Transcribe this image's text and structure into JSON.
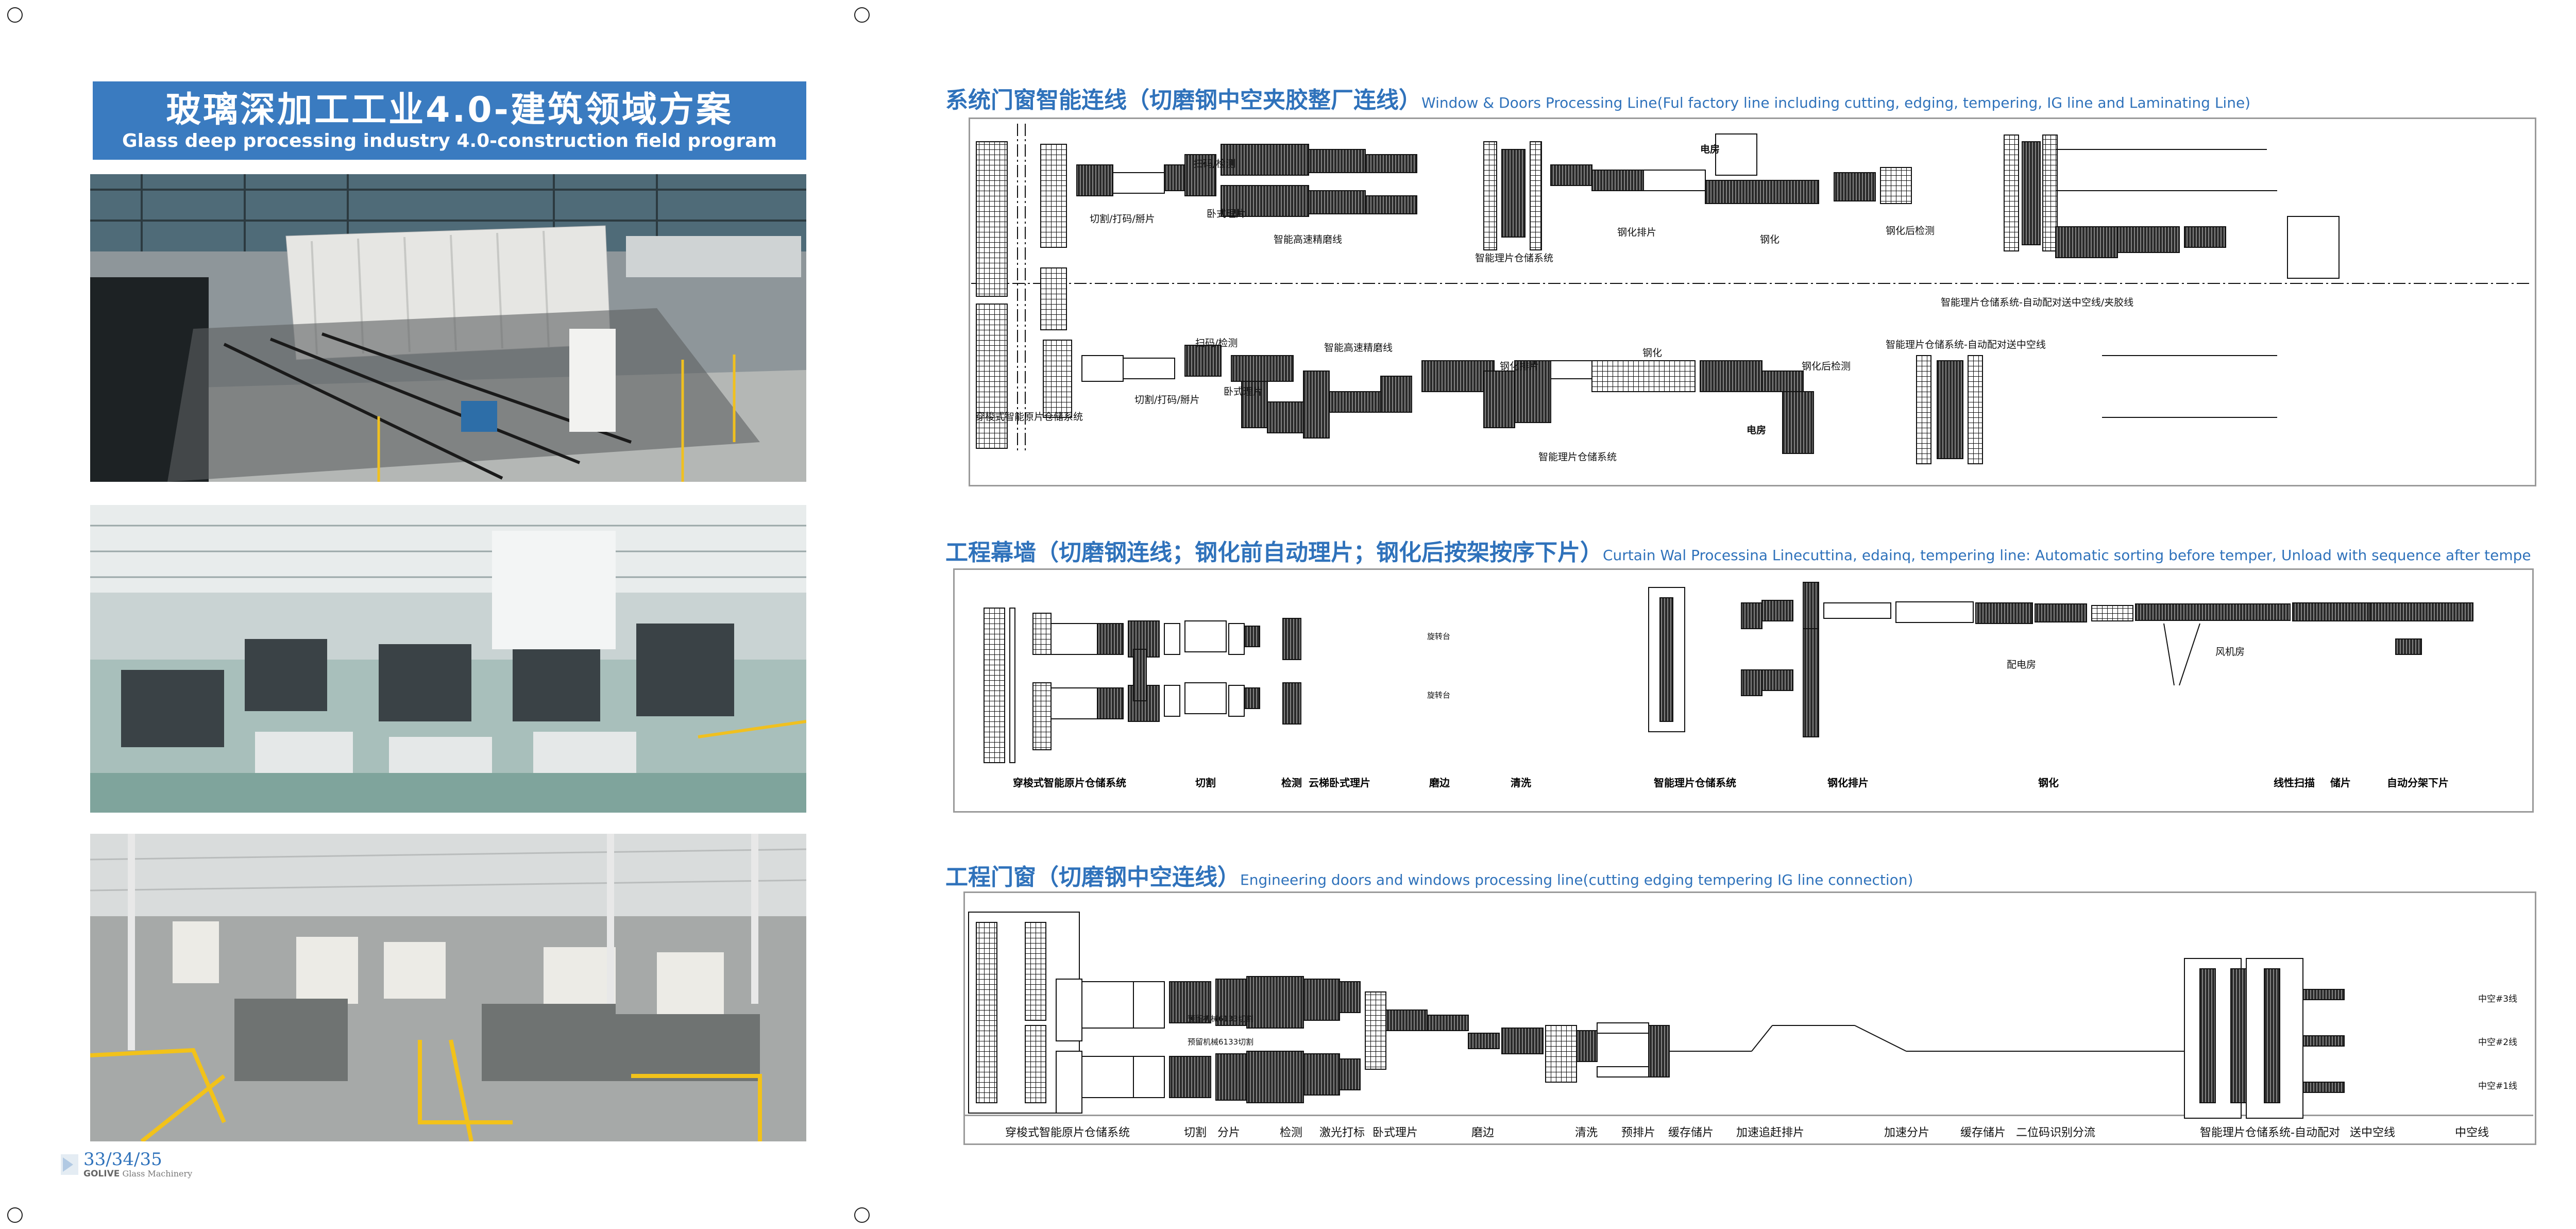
{
  "banner": {
    "title_cn": "玻璃深加工工业4.0-建筑领域方案",
    "title_en": "Glass deep processing industry 4.0-construction field program",
    "color": "#3a7bc0"
  },
  "footer": {
    "page_numbers": "33/34/35",
    "brand": "GOLIVE",
    "brand_suffix": "Glass Machinery"
  },
  "sections": [
    {
      "title_cn": "系统门窗智能连线（切磨钢中空夹胶整厂连线）",
      "title_en": "Window & Doors Processing Line(Ful factory line including cutting, edging, tempering, IG line and Laminating Line)",
      "labels": [
        "扫码/检测",
        "切割/打码/掰片",
        "卧式理片",
        "智能高速精磨线",
        "智能理片仓储系统",
        "钢化排片",
        "钢化",
        "钢化后检测",
        "电房",
        "智能理片仓储系统-自动配对送中空线/夹胶线",
        "扫码/检测",
        "智能高速精磨线",
        "钢化排片",
        "钢化",
        "钢化后检测",
        "智能理片仓储系统-自动配对送中空线",
        "卧式理片",
        "切割/打码/掰片",
        "穿梭式智能原片仓储系统",
        "智能理片仓储系统",
        "电房"
      ]
    },
    {
      "title_cn": "工程幕墙（切磨钢连线；钢化前自动理片；钢化后按架按序下片）",
      "title_en": "Curtain Wal Processina Linecuttina, edainq, tempering line: Automatic sorting before temper, Unload with sequence after tempe",
      "labels": [
        "旋转台",
        "旋转台",
        "配电房",
        "风机房"
      ],
      "row": [
        "穿梭式智能原片仓储系统",
        "切割",
        "检测",
        "云梯卧式理片",
        "磨边",
        "清洗",
        "智能理片仓储系统",
        "钢化排片",
        "钢化",
        "线性扫描",
        "储片",
        "自动分架下片"
      ]
    },
    {
      "title_cn": "工程门窗（切磨钢中空连线）",
      "title_en": "Engineering doors and windows processing line(cutting edging tempering IG line connection)",
      "labels": [
        "预留机械6133切割",
        "预留机械6133切割",
        "中空#3线",
        "中空#2线",
        "中空#1线"
      ],
      "row": [
        "穿梭式智能原片仓储系统",
        "切割",
        "分片",
        "检测",
        "激光打标",
        "卧式理片",
        "磨边",
        "清洗",
        "预排片",
        "缓存储片",
        "加速追赶排片",
        "加速分片",
        "缓存储片",
        "二位码识别分流",
        "智能理片仓储系统-自动配对",
        "送中空线",
        "中空线"
      ]
    }
  ]
}
